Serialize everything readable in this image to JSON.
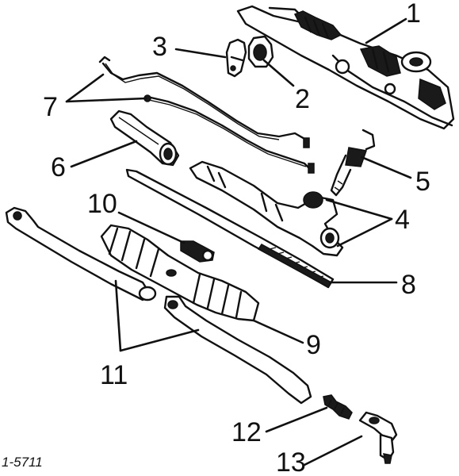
{
  "callouts": {
    "c1": "1",
    "c2": "2",
    "c3": "3",
    "c4": "4",
    "c5": "5",
    "c6": "6",
    "c7": "7",
    "c8": "8",
    "c9": "9",
    "c10": "10",
    "c11": "11",
    "c12": "12",
    "c13": "13"
  },
  "reference_code": "1-5711"
}
